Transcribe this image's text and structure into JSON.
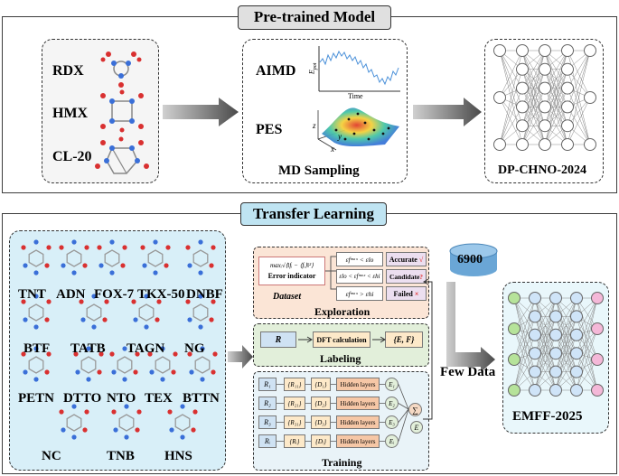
{
  "pretrained": {
    "title": "Pre-trained Model",
    "molecules": [
      "RDX",
      "HMX",
      "CL-20"
    ],
    "aimd_label": "AIMD",
    "pes_label": "PES",
    "time_label": "Time",
    "epot_label": "E",
    "epot_sub": "pot",
    "z_label": "z",
    "y_label": "y",
    "x_label": "x",
    "md_sampling": "MD Sampling",
    "model_name": "DP-CHNO-2024"
  },
  "transfer": {
    "title": "Transfer Learning",
    "molecules": [
      "TNT",
      "ADN",
      "FOX-7",
      "TKX-50",
      "DNBF",
      "BTF",
      "TATB",
      "TAGN",
      "NG",
      "PETN",
      "DTTO",
      "NTO",
      "TEX",
      "BTTN",
      "NC",
      "TNB",
      "HNS"
    ],
    "count": "6900",
    "few_data": "Few Data",
    "model_name": "EMFF-2025",
    "exploration": {
      "title": "Exploration",
      "error_formula": "maxᵢ√⟨‖fᵢ − ⟨fᵢ⟩‖²⟩",
      "error_label": "Error indicator",
      "dataset_label": "Dataset",
      "conditions": [
        "εfᵐᵃˣ < εlo",
        "εlo < εfᵐᵃˣ < εhi",
        "εfᵐᵃˣ > εhi"
      ],
      "outcomes": [
        "Accurate",
        "Candidate",
        "Failed"
      ],
      "outcome_marks": [
        "√",
        "?",
        "×"
      ]
    },
    "labeling": {
      "title": "Labeling",
      "input": "R",
      "step": "DFT calculation",
      "output": "{E, F}"
    },
    "training": {
      "title": "Training",
      "inputs": [
        "R₁",
        "R₂",
        "R₃",
        "Rᵢ"
      ],
      "features": [
        "{R₁₁}",
        "{R₂₁}",
        "{R₃₁}",
        "{Rᵢ}"
      ],
      "descriptors": [
        "{D₁}",
        "{D₂}",
        "{D₃}",
        "{Dᵢ}"
      ],
      "hidden": "Hidden layers",
      "energies": [
        "E₁",
        "E₂",
        "E₃",
        "Eᵢ"
      ],
      "sum": "∑",
      "total": "E"
    }
  },
  "colors": {
    "title_bg": "#e0e0e0",
    "transfer_title_bg": "#bfe4f2",
    "panel_bg": "#fbe5d6",
    "labeling_bg": "#e2efda",
    "training_bg": "#e9f3f8",
    "model_bg": "#e9f7fb",
    "accurate": "#e23030"
  }
}
